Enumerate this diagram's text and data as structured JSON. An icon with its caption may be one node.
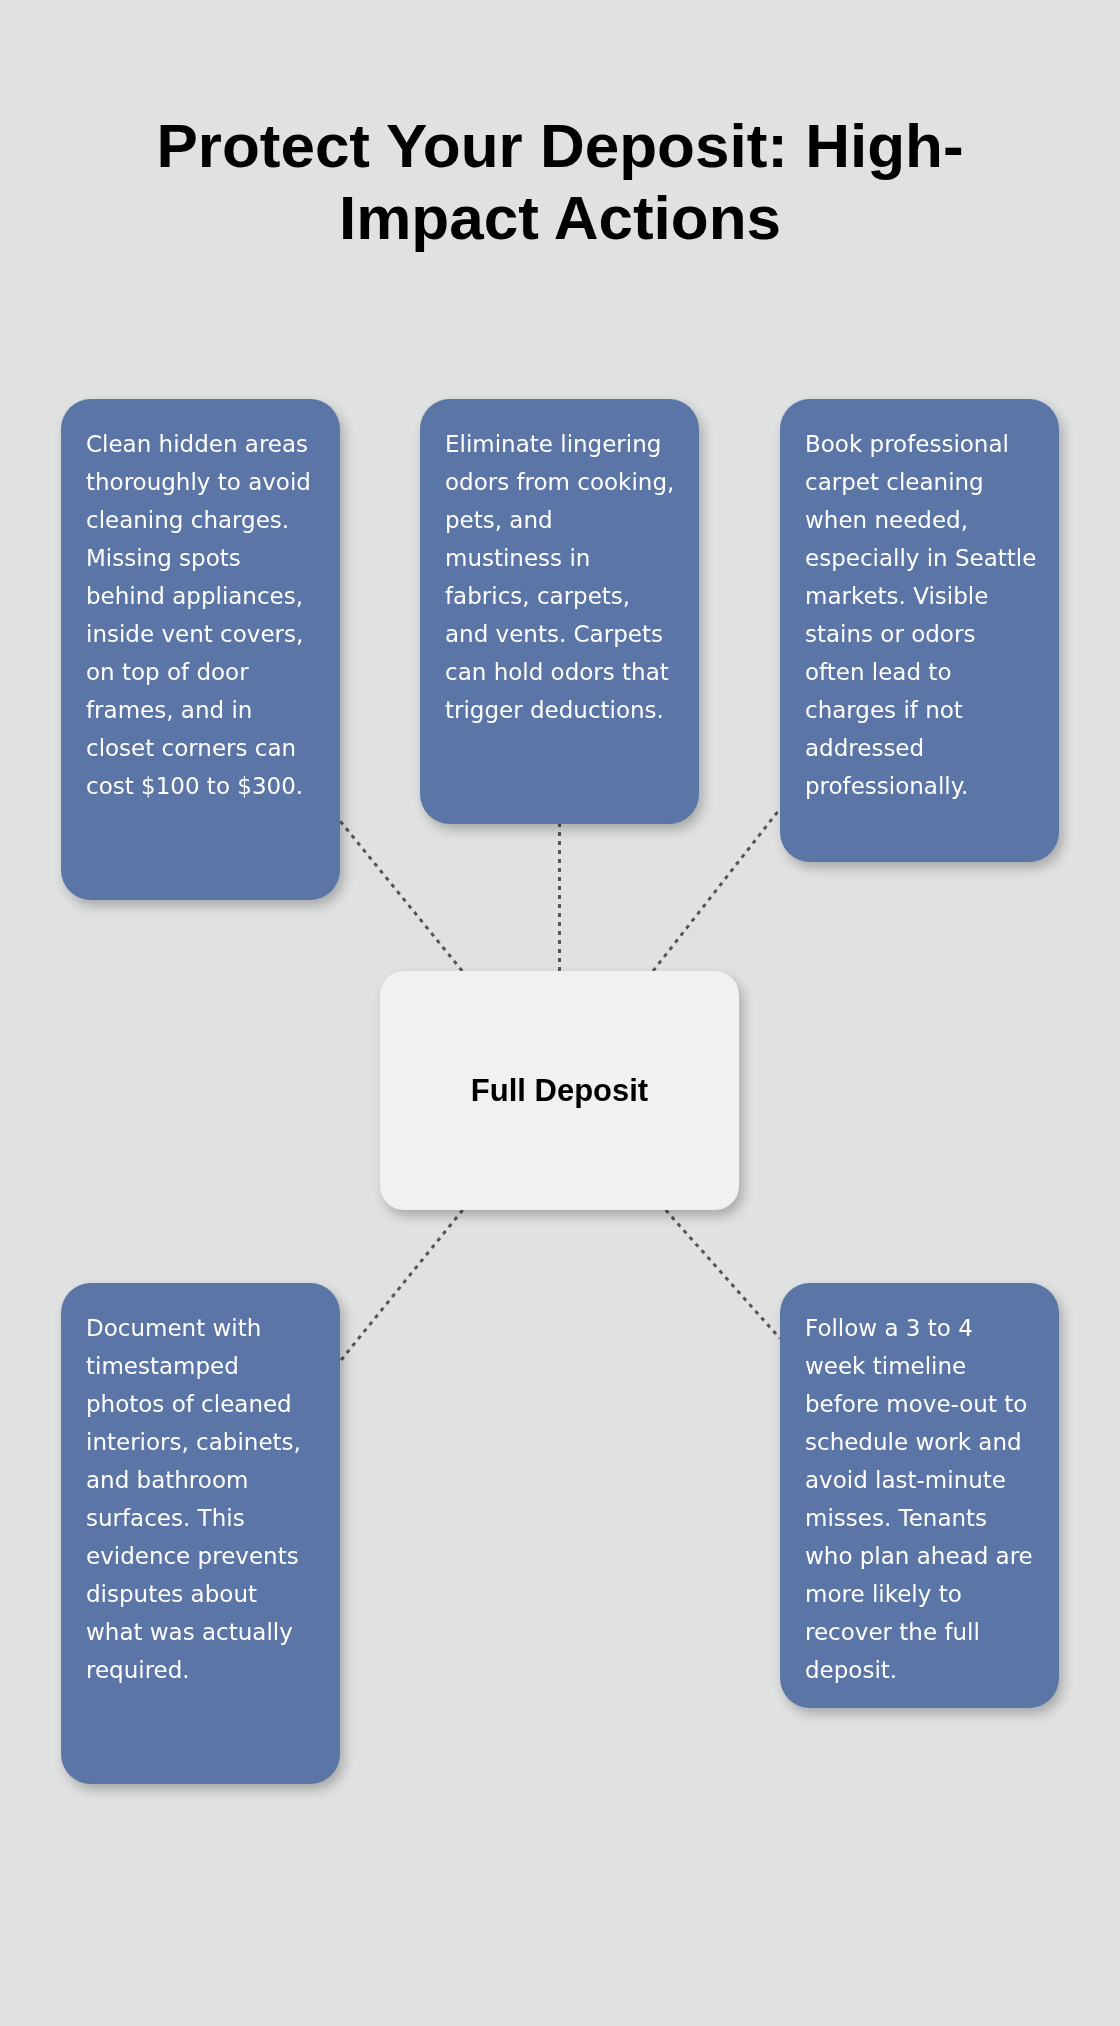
{
  "diagram": {
    "title": "Protect Your Deposit: High-Impact Actions",
    "nodes": [
      {
        "text": [
          "Clean hidden areas thoroughly to avoid cleaning charges. Missing spots behind appliances, inside vent covers, on top of door frames, and in closet corners can cost $100 to $300."
        ]
      },
      {
        "text": [
          "Eliminate lingering odors from cooking, pets, and mustiness in fabrics, carpets, and vents. Carpets can hold odors that trigger deductions."
        ]
      },
      {
        "text": [
          "Book professional carpet cleaning when needed, especially in Seattle markets. Visible stains or odors often lead to charges if not addressed professionally."
        ]
      },
      {
        "text": [
          "Full Deposit"
        ]
      },
      {
        "text": [
          "Document with timestamped photos of cleaned interiors, cabinets, and bathroom surfaces. This evidence prevents disputes about what was actually required."
        ]
      },
      {
        "text": [
          "Follow a 3 to 4 week timeline before move-out to schedule work and avoid last-minute misses. Tenants who plan ahead are more likely to recover the full deposit."
        ]
      }
    ],
    "edges": [
      {
        "from": 3,
        "to": 0,
        "arrow": "none"
      },
      {
        "from": 3,
        "to": 1,
        "arrow": "none"
      },
      {
        "from": 3,
        "to": 2,
        "arrow": "none"
      },
      {
        "from": 3,
        "to": 4,
        "arrow": "none"
      },
      {
        "from": 3,
        "to": 5,
        "arrow": "none"
      }
    ]
  }
}
